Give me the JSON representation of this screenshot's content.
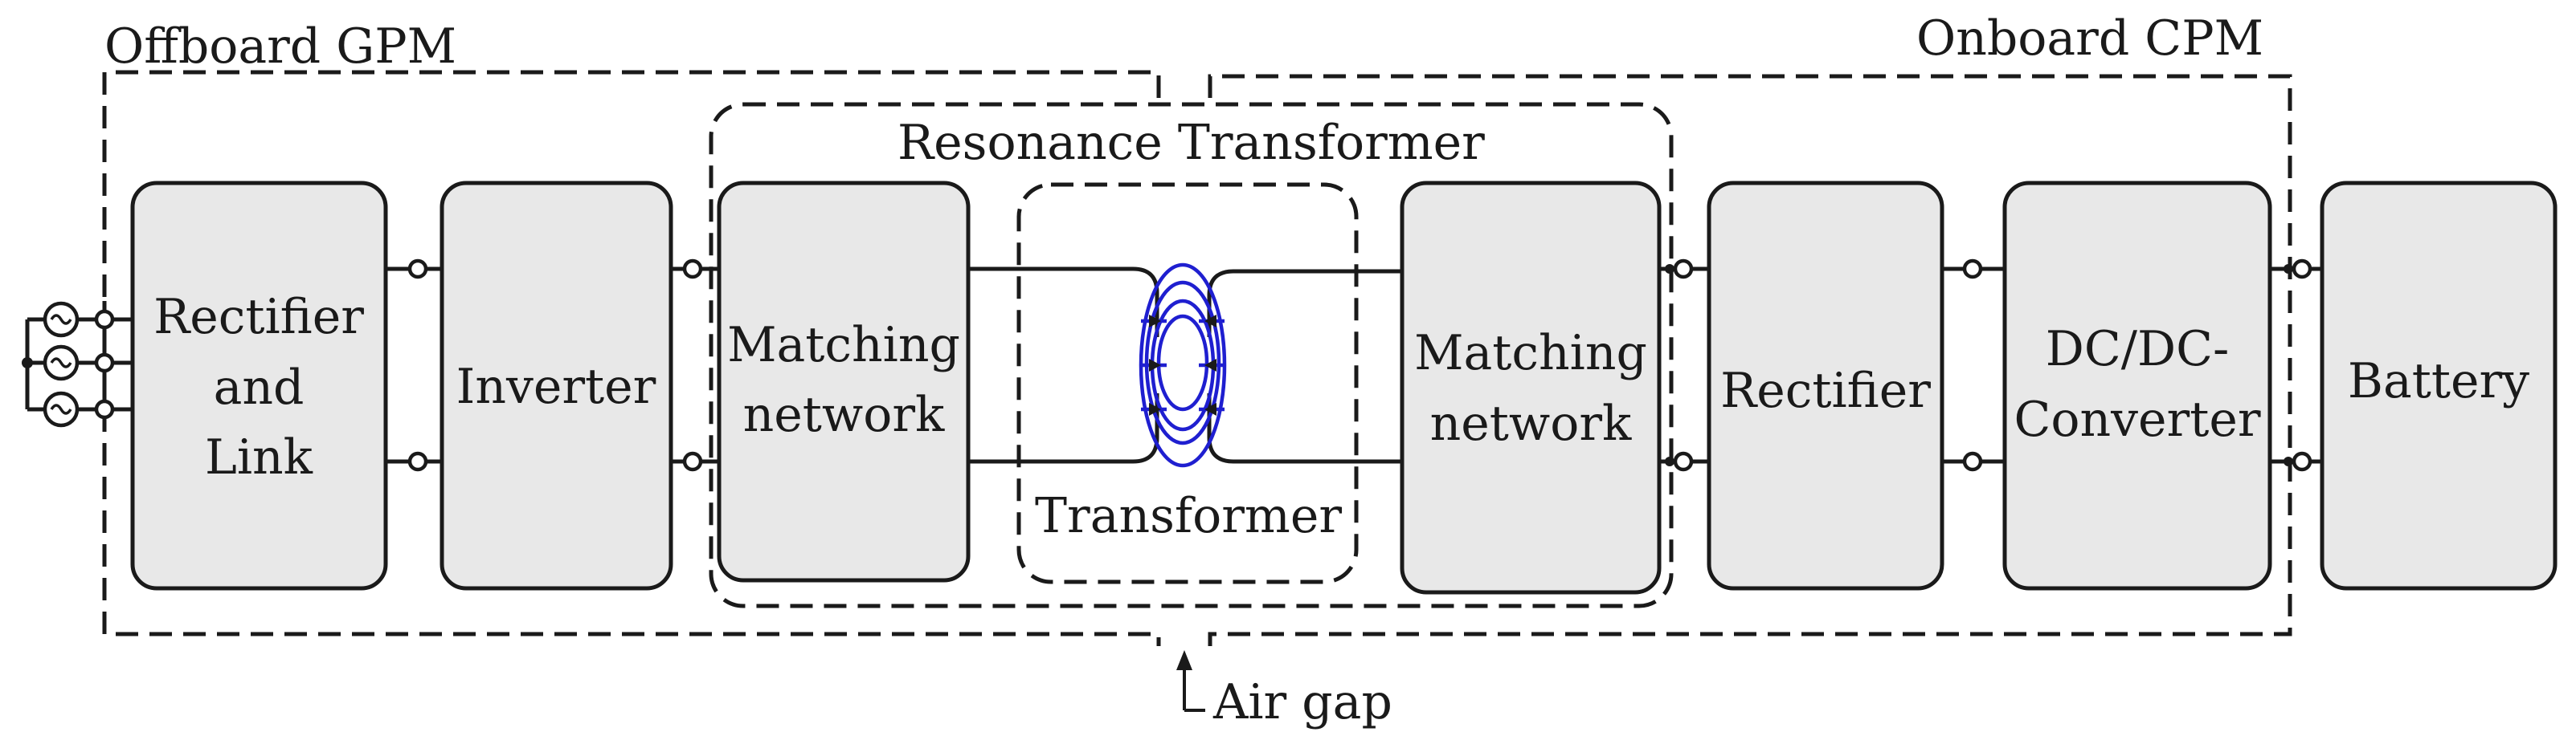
{
  "groups": {
    "offboard": "Offboard GPM",
    "onboard": "Onboard CPM",
    "resonance": "Resonance Transformer",
    "transformer": "Transformer"
  },
  "blocks": {
    "rectifier_link": [
      "Rectifier",
      "and",
      "Link"
    ],
    "inverter": "Inverter",
    "matching_network_primary": [
      "Matching",
      "network"
    ],
    "matching_network_secondary": [
      "Matching",
      "network"
    ],
    "rectifier": "Rectifier",
    "dcdc": [
      "DC/DC-",
      "Converter"
    ],
    "battery": "Battery"
  },
  "annotations": {
    "air_gap": "Air gap"
  },
  "colors": {
    "block_fill": "#e8e8e8",
    "line": "#1a1a1a",
    "coil": "#1f1fd0"
  }
}
